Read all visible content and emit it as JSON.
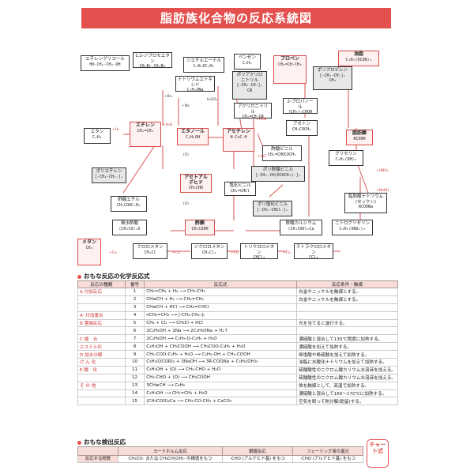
{
  "title": "脂肪族化合物の反応系統図",
  "nodes": {
    "ethylene_glycol": {
      "name": "エチレングリコール",
      "formula": "HO-CH₂-CH₂-OH"
    },
    "dibromoethane": {
      "name": "1,2-ジブロモエタン",
      "formula": "CH₂Br-CH₂Br"
    },
    "diethyl_ether": {
      "name": "ジエチルエーテル",
      "formula": "C₂H₅OC₂H₅"
    },
    "sodium_ethoxide": {
      "name": "ナトリウムエトキシド",
      "formula": "C₂H₅ONa"
    },
    "benzene": {
      "name": "ベンゼン",
      "formula": "C₆H₆"
    },
    "polyacrylonitrile": {
      "name": "ポリアクリロニトリル",
      "formula": "[-CH₂-CH-]ₙ CN"
    },
    "propene": {
      "name": "プロペン",
      "formula": "CH₂=CH-CH₃"
    },
    "polypropylene": {
      "name": "ポリプロピレン",
      "formula": "[-CH₂-CH-]ₙ CH₃"
    },
    "fat": {
      "name": "油脂",
      "formula": "C₃H₅(OCOR)₃"
    },
    "ethane": {
      "name": "エタン",
      "formula": "C₂H₆"
    },
    "ethylene": {
      "name": "エチレン",
      "formula": "CH₂=CH₂"
    },
    "ethanol": {
      "name": "エタノール",
      "formula": "C₂H₅OH"
    },
    "acetylene": {
      "name": "アセチレン",
      "formula": "H-C≡C-H"
    },
    "acrylonitrile": {
      "name": "アクリロニトリル",
      "formula": "CH₂=CH-CN"
    },
    "isopropanol": {
      "name": "2-プロパノール",
      "formula": "(CH₃)₂CHOH"
    },
    "acetone": {
      "name": "アセトン",
      "formula": "CH₃COCH₃"
    },
    "vinyl_acetate": {
      "name": "酢酸ビニル",
      "formula": "CH₂=CHOCOCH₃"
    },
    "polyvinyl_acetate": {
      "name": "ポリ酢酸ビニル",
      "formula": "[-CH₂-CH(OCOCH₃)-]ₙ"
    },
    "fatty_acid": {
      "name": "脂肪酸",
      "formula": "RCOOH"
    },
    "glycerin": {
      "name": "グリセリン",
      "formula": "C₃H₅(OH)₃"
    },
    "polyethylene": {
      "name": "ポリエチレン",
      "formula": "[-CH₂-CH₂-]ₙ"
    },
    "acetaldehyde": {
      "name": "アセトアルデヒド",
      "formula": "CH₃CHO"
    },
    "vinyl_chloride": {
      "name": "塩化ビニル",
      "formula": "CH₂=CHCl"
    },
    "polyvinyl_chloride": {
      "name": "ポリ塩化ビニル",
      "formula": "[-CH₂-CHCl-]ₙ"
    },
    "ethyl_acetate": {
      "name": "酢酸エチル",
      "formula": "CH₃COOC₂H₅"
    },
    "soap": {
      "name": "脂肪酸ナトリウム(セッケン)",
      "formula": "RCOONa"
    },
    "anhydride": {
      "name": "無水酢酸",
      "formula": "(CH₃CO)₂O"
    },
    "acetic_acid": {
      "name": "酢酸",
      "formula": "CH₃COOH"
    },
    "calcium_acetate": {
      "name": "酢酸カルシウム",
      "formula": "(CH₃COO)₂Ca"
    },
    "nitroglycerin": {
      "name": "ニトログリセリン",
      "formula": "C₃H₅(ONO₂)₃"
    },
    "methane": {
      "name": "メタン",
      "formula": "CH₄"
    },
    "chloromethane": {
      "name": "クロロメタン",
      "formula": "CH₃Cl"
    },
    "dichloromethane": {
      "name": "ジクロロメタン",
      "formula": "CH₂Cl₂"
    },
    "trichloromethane": {
      "name": "トリクロロメタン",
      "formula": "CHCl₃"
    },
    "tetrachloromethane": {
      "name": "テトラクロロメタン",
      "formula": "CCl₄"
    }
  },
  "labels": {
    "cl2": "+Cl₂",
    "h2o": "+H₂O",
    "h2": "+H₂",
    "hcn": "+HCN",
    "hcl": "+HCl",
    "hno3": "+HNO₃",
    "naoh": "+NaOH",
    "br2": "+Br₂",
    "na": "+Na",
    "h2so4": "H₂SO₄",
    "cat_o": "(O)"
  },
  "section1": {
    "heading": "おもな反応の化学反応式",
    "headers": [
      "反応の種類",
      "番号",
      "反応式",
      "反応条件・触媒"
    ],
    "rows": [
      {
        "cat": "A 付加反応",
        "num": "1",
        "eq": "CH₂=CH₂ + H₂ ⟶ CH₃-CH₃",
        "cond": "白金やニッケルを触媒とする。"
      },
      {
        "cat": "",
        "num": "2",
        "eq": "CH≡CH + H₂ ⟶ CH₂=CH₂",
        "cond": "白金やニッケルを触媒とする。"
      },
      {
        "cat": "",
        "num": "3",
        "eq": "CH≡CH + HCl ⟶ CH₂=CHCl",
        "cond": ""
      },
      {
        "cat": "A' 付加重合",
        "num": "4",
        "eq": "nCH₂=CH₂ ⟶ [-CH₂-CH₂-]ₙ",
        "cond": ""
      },
      {
        "cat": "B 置換反応",
        "num": "5",
        "eq": "CH₄ + Cl₂ ⟶ CH₃Cl + HCl",
        "cond": "光を当てると進行する。"
      },
      {
        "cat": "",
        "num": "6",
        "eq": "2C₂H₅OH + 2Na ⟶ 2C₂H₅ONa + H₂↑",
        "cond": ""
      },
      {
        "cat": "C 縮　合",
        "num": "7",
        "eq": "2C₂H₅OH ⟶ C₂H₅-O-C₂H₅ + H₂O",
        "cond": "濃硫酸と混合して130℃程度に加熱する。"
      },
      {
        "cat": "エステル化",
        "num": "8",
        "eq": "C₂H₅OH + CH₃COOH ⟶ CH₃COO-C₂H₅ + H₂O",
        "cond": "濃硫酸を加えて加熱する。"
      },
      {
        "cat": "D 加水分解",
        "num": "9",
        "eq": "CH₃-COO-C₂H₅ + H₂O ⟶ C₂H₅-OH + CH₃-COOH",
        "cond": "希塩酸や希硫酸を加えて加熱する。"
      },
      {
        "cat": "け ん 化",
        "num": "10",
        "eq": "C₃H₅(OCOR)₃ + 3NaOH ⟶ 3R-COONa + C₃H₅(OH)₃",
        "cond": "油脂に水酸化ナトリウムを加えて加熱する。"
      },
      {
        "cat": "E 酸　化",
        "num": "11",
        "eq": "C₂H₅OH + (O) ⟶ CH₃-CHO + H₂O",
        "cond": "硫酸酸性の二クロム酸カリウム水溶液を加える。"
      },
      {
        "cat": "",
        "num": "12",
        "eq": "CH₃-CHO + (O) ⟶ CH₃COOH",
        "cond": "硫酸酸性の二クロム酸カリウム水溶液を加える。"
      },
      {
        "cat": "そ の 他",
        "num": "13",
        "eq": "3CH≡CH ⟶ C₆H₆",
        "cond": "鉄を触媒として、高温で加熱する。"
      },
      {
        "cat": "",
        "num": "14",
        "eq": "C₂H₅OH ⟶ CH₂=CH₂ + H₂O",
        "cond": "濃硫酸と混合して160〜170℃に加熱する。"
      },
      {
        "cat": "",
        "num": "15",
        "eq": "(CH₃COO)₂Ca ⟶ CH₃-CO-CH₃ + CaCO₃",
        "cond": "空気を断って熱分解(乾留)する。"
      }
    ]
  },
  "section2": {
    "heading": "おもな検出反応",
    "headers": [
      "",
      "ヨードホルム反応",
      "銀鏡反応",
      "フェーリング液の還元"
    ],
    "row_label": "反応する物質",
    "cells": [
      "CH₃CO- または CH₃CH(OH)- の構造をもつ",
      "-CHO (アルデヒド基) をもつ",
      "-CHO (アルデヒド基) をもつ"
    ]
  },
  "stamp": "チャート式"
}
